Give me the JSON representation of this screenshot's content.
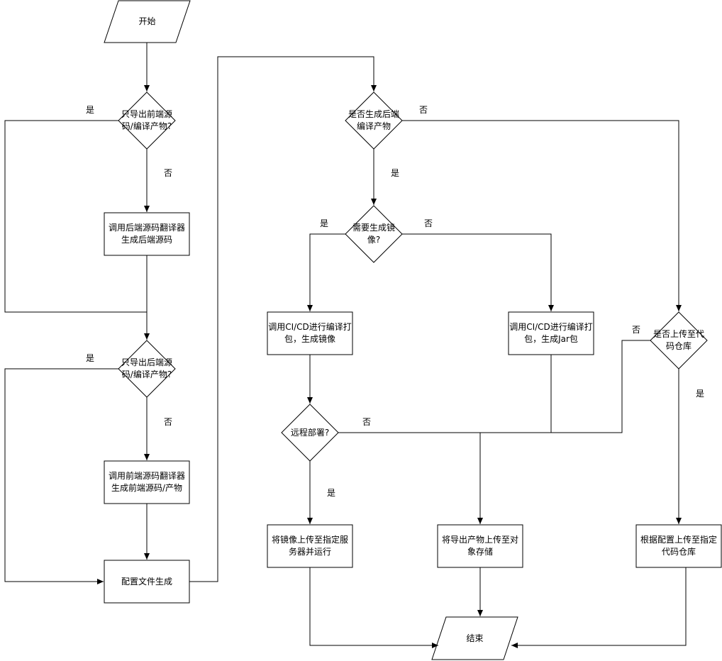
{
  "nodes": {
    "start": "开始",
    "q_frontend_only": "只导出前端源码/编译产物?",
    "gen_backend": "调用后端源码翻译器生成后端源码",
    "q_backend_only": "只导出后端源码/编译产物?",
    "gen_frontend": "调用前端源码翻译器生成前端源码/产物",
    "config_gen": "配置文件生成",
    "q_build_backend": "是否生成后端编译产物",
    "q_need_image": "需要生成镜像?",
    "cicd_image": "调用CI/CD进行编译打包，生成镜像",
    "cicd_jar": "调用CI/CD进行编译打包，生成Jar包",
    "q_remote_deploy": "远程部署?",
    "deploy_server": "将镜像上传至指定服务器并运行",
    "upload_object": "将导出产物上传至对象存储",
    "q_upload_repo": "是否上传至代码仓库",
    "upload_repo": "根据配置上传至指定代码仓库",
    "end": "结束"
  },
  "edge_labels": {
    "yes": "是",
    "no": "否"
  }
}
